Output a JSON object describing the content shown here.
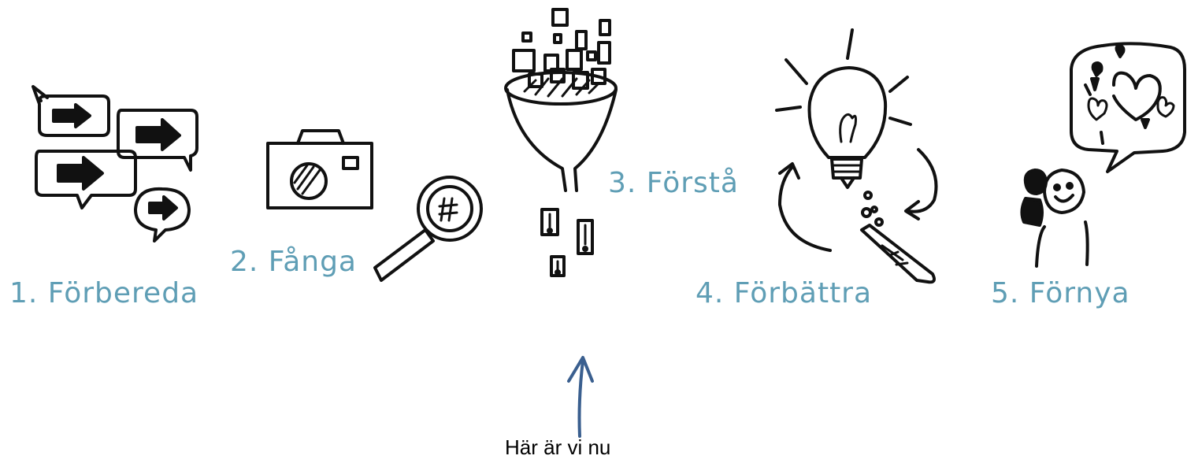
{
  "steps": [
    {
      "number": 1,
      "label": "1. Förbereda",
      "icon": "speech-bubbles-arrows-icon"
    },
    {
      "number": 2,
      "label": "2. Fånga",
      "icon": "camera-magnifier-icon"
    },
    {
      "number": 3,
      "label": "3. Förstå",
      "icon": "funnel-icon"
    },
    {
      "number": 4,
      "label": "4. Förbättra",
      "icon": "lightbulb-test-tube-icon"
    },
    {
      "number": 5,
      "label": "5. Förnya",
      "icon": "people-hearts-bubble-icon"
    }
  ],
  "current_marker": {
    "text": "Här är vi nu",
    "points_to_step": 3
  },
  "colors": {
    "label": "#5f9eb5",
    "arrow": "#3a5f8f",
    "ink": "#111111"
  }
}
